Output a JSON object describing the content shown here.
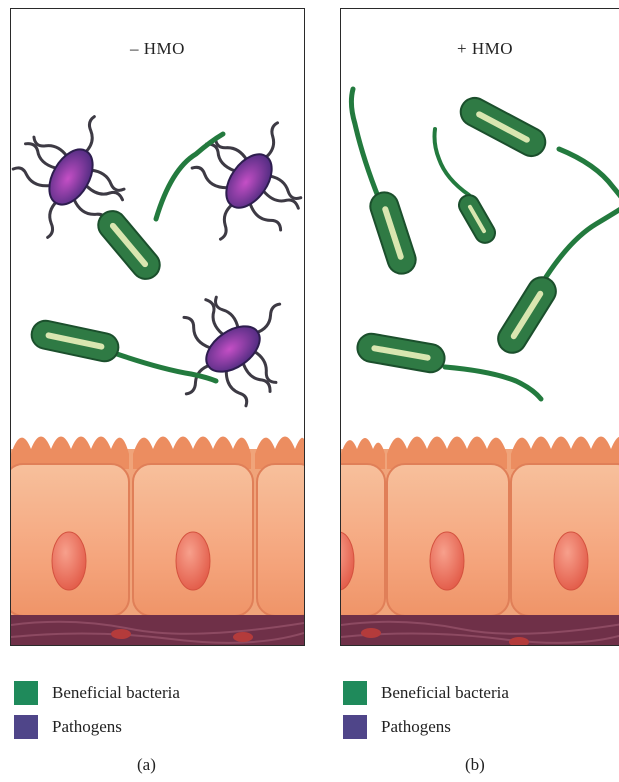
{
  "panels": [
    {
      "label": "– HMO",
      "caption": "(a)"
    },
    {
      "label": "+ HMO",
      "caption": "(b)"
    }
  ],
  "legend": {
    "items": [
      {
        "label": "Beneficial bacteria",
        "color": "#1f8a5b"
      },
      {
        "label": "Pathogens",
        "color": "#4f4589"
      }
    ]
  },
  "colors": {
    "bacteria_green": "#2e7d45",
    "bacteria_dark": "#1b5b30",
    "flagellum_green": "#237a3e",
    "pathogen_purple": "#5b2f86",
    "epithelium": "#f2a57c",
    "villi": "#ee8f63",
    "nucleus": "#ee6a55",
    "tissue": "#6e2f45"
  }
}
